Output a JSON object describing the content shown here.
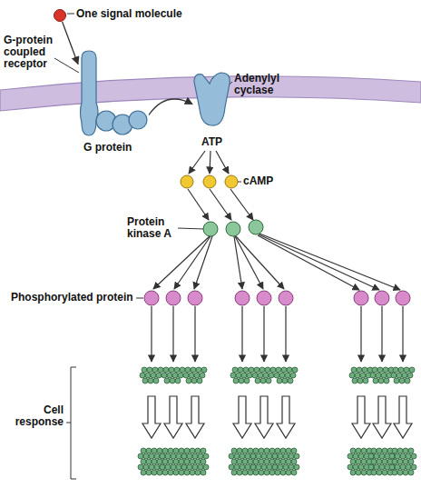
{
  "diagram": {
    "nodes": [
      {
        "text": [
          "One signal molecule"
        ]
      },
      {
        "text": [
          "G-protein coupled receptor"
        ]
      },
      {
        "text": [
          "G protein"
        ]
      },
      {
        "text": [
          "Adenylyl cyclase"
        ]
      }
    ],
    "edges": [
      {
        "from": 0,
        "to": 1,
        "arrow": "to"
      },
      {
        "from": 2,
        "to": 3,
        "arrow": "to"
      }
    ],
    "labels": [
      "ATP",
      "cAMP",
      "Protein kinase A",
      "Phosphorylated protein",
      "Cell response"
    ]
  }
}
